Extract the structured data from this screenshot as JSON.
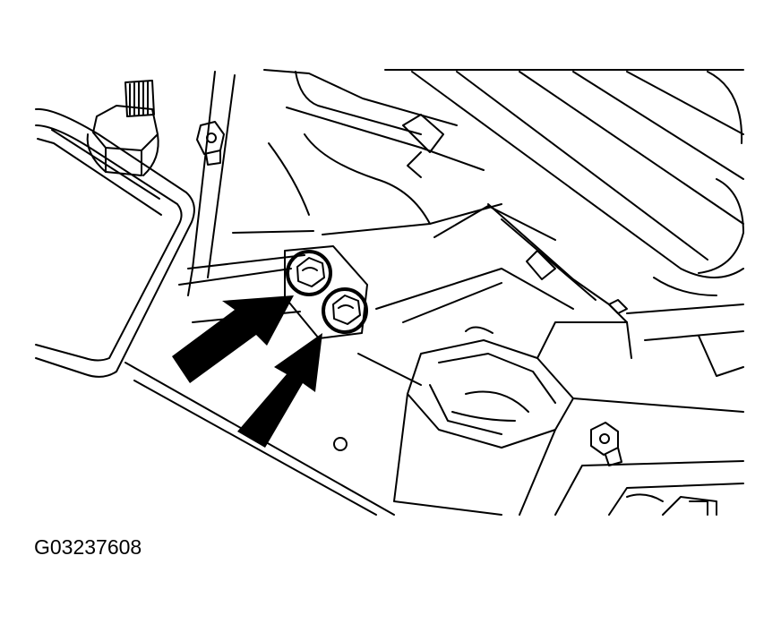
{
  "figure": {
    "code": "G03237608",
    "callouts": [
      {
        "icon": "arrow-icon",
        "target": "upper-bolt"
      },
      {
        "icon": "arrow-icon",
        "target": "lower-bolt"
      }
    ],
    "colors": {
      "line": "#000000",
      "background": "#ffffff"
    }
  }
}
